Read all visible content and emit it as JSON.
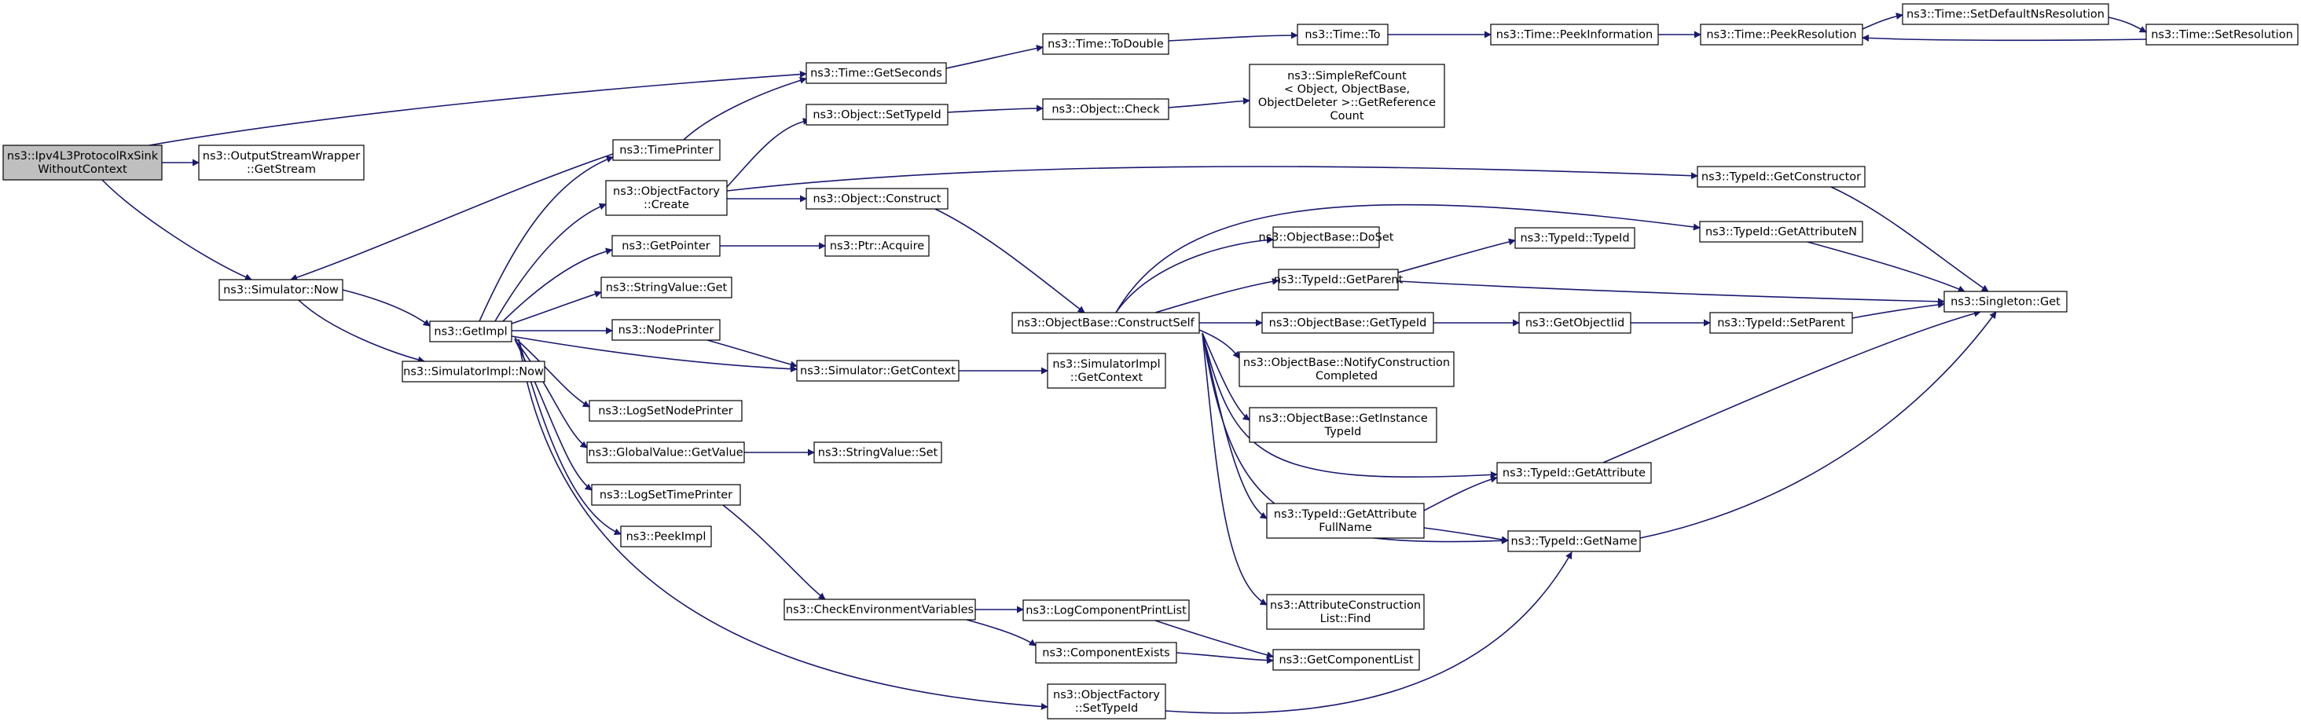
{
  "diagram": {
    "type": "call-graph",
    "colors": {
      "edge": "#191970",
      "node_fill": "#ffffff",
      "root_fill": "#bfbfbf",
      "border": "#000000"
    },
    "nodes": [
      {
        "id": "root",
        "lines": [
          "ns3::Ipv4L3ProtocolRxSink",
          "WithoutContext"
        ],
        "root": true
      },
      {
        "id": "osw",
        "lines": [
          "ns3::OutputStreamWrapper",
          "::GetStream"
        ]
      },
      {
        "id": "simnow",
        "lines": [
          "ns3::Simulator::Now"
        ]
      },
      {
        "id": "getimpl",
        "lines": [
          "ns3::GetImpl"
        ]
      },
      {
        "id": "simimplnow",
        "lines": [
          "ns3::SimulatorImpl::Now"
        ]
      },
      {
        "id": "timeprinter",
        "lines": [
          "ns3::TimePrinter"
        ]
      },
      {
        "id": "ofcreate",
        "lines": [
          "ns3::ObjectFactory",
          "::Create"
        ]
      },
      {
        "id": "getpointer",
        "lines": [
          "ns3::GetPointer"
        ]
      },
      {
        "id": "svget",
        "lines": [
          "ns3::StringValue::Get"
        ]
      },
      {
        "id": "nodeprinter",
        "lines": [
          "ns3::NodePrinter"
        ]
      },
      {
        "id": "lognodeprinter",
        "lines": [
          "ns3::LogSetNodePrinter"
        ]
      },
      {
        "id": "gvget",
        "lines": [
          "ns3::GlobalValue::GetValue"
        ]
      },
      {
        "id": "logtimeprinter",
        "lines": [
          "ns3::LogSetTimePrinter"
        ]
      },
      {
        "id": "peekimpl",
        "lines": [
          "ns3::PeekImpl"
        ]
      },
      {
        "id": "getseconds",
        "lines": [
          "ns3::Time::GetSeconds"
        ]
      },
      {
        "id": "setypeid",
        "lines": [
          "ns3::Object::SetTypeId"
        ]
      },
      {
        "id": "objconstruct",
        "lines": [
          "ns3::Object::Construct"
        ]
      },
      {
        "id": "ptracquire",
        "lines": [
          "ns3::Ptr::Acquire"
        ]
      },
      {
        "id": "simgetctx",
        "lines": [
          "ns3::Simulator::GetContext"
        ]
      },
      {
        "id": "svset",
        "lines": [
          "ns3::StringValue::Set"
        ]
      },
      {
        "id": "checkenv",
        "lines": [
          "ns3::CheckEnvironmentVariables"
        ]
      },
      {
        "id": "todouble",
        "lines": [
          "ns3::Time::ToDouble"
        ]
      },
      {
        "id": "objcheck",
        "lines": [
          "ns3::Object::Check"
        ]
      },
      {
        "id": "constructself",
        "lines": [
          "ns3::ObjectBase::ConstructSelf"
        ]
      },
      {
        "id": "simimplctx",
        "lines": [
          "ns3::SimulatorImpl",
          "::GetContext"
        ]
      },
      {
        "id": "logcompprint",
        "lines": [
          "ns3::LogComponentPrintList"
        ]
      },
      {
        "id": "compexists",
        "lines": [
          "ns3::ComponentExists"
        ]
      },
      {
        "id": "ofsettypeid",
        "lines": [
          "ns3::ObjectFactory",
          "::SetTypeId"
        ]
      },
      {
        "id": "timeto",
        "lines": [
          "ns3::Time::To"
        ]
      },
      {
        "id": "refcount",
        "lines": [
          "ns3::SimpleRefCount",
          "< Object, ObjectBase,",
          "ObjectDeleter >::GetReference",
          "Count"
        ]
      },
      {
        "id": "doset",
        "lines": [
          "ns3::ObjectBase::DoSet"
        ]
      },
      {
        "id": "getparent",
        "lines": [
          "ns3::TypeId::GetParent"
        ]
      },
      {
        "id": "obgettypeid",
        "lines": [
          "ns3::ObjectBase::GetTypeId"
        ]
      },
      {
        "id": "notifycons",
        "lines": [
          "ns3::ObjectBase::NotifyConstruction",
          "Completed"
        ]
      },
      {
        "id": "getinstance",
        "lines": [
          "ns3::ObjectBase::GetInstance",
          "TypeId"
        ]
      },
      {
        "id": "getattrfull",
        "lines": [
          "ns3::TypeId::GetAttribute",
          "FullName"
        ]
      },
      {
        "id": "acfind",
        "lines": [
          "ns3::AttributeConstruction",
          "List::Find"
        ]
      },
      {
        "id": "getcomplist",
        "lines": [
          "ns3::GetComponentList"
        ]
      },
      {
        "id": "peekinfo",
        "lines": [
          "ns3::Time::PeekInformation"
        ]
      },
      {
        "id": "typeidtypeid",
        "lines": [
          "ns3::TypeId::TypeId"
        ]
      },
      {
        "id": "getobjectiid",
        "lines": [
          "ns3::GetObjectIid"
        ]
      },
      {
        "id": "getattribute",
        "lines": [
          "ns3::TypeId::GetAttribute"
        ]
      },
      {
        "id": "getname",
        "lines": [
          "ns3::TypeId::GetName"
        ]
      },
      {
        "id": "peekres",
        "lines": [
          "ns3::Time::PeekResolution"
        ]
      },
      {
        "id": "getconstructor",
        "lines": [
          "ns3::TypeId::GetConstructor"
        ]
      },
      {
        "id": "getattributen",
        "lines": [
          "ns3::TypeId::GetAttributeN"
        ]
      },
      {
        "id": "setparent",
        "lines": [
          "ns3::TypeId::SetParent"
        ]
      },
      {
        "id": "setdefaultns",
        "lines": [
          "ns3::Time::SetDefaultNsResolution"
        ]
      },
      {
        "id": "setresolution",
        "lines": [
          "ns3::Time::SetResolution"
        ]
      },
      {
        "id": "singletonget",
        "lines": [
          "ns3::Singleton::Get"
        ]
      }
    ]
  }
}
